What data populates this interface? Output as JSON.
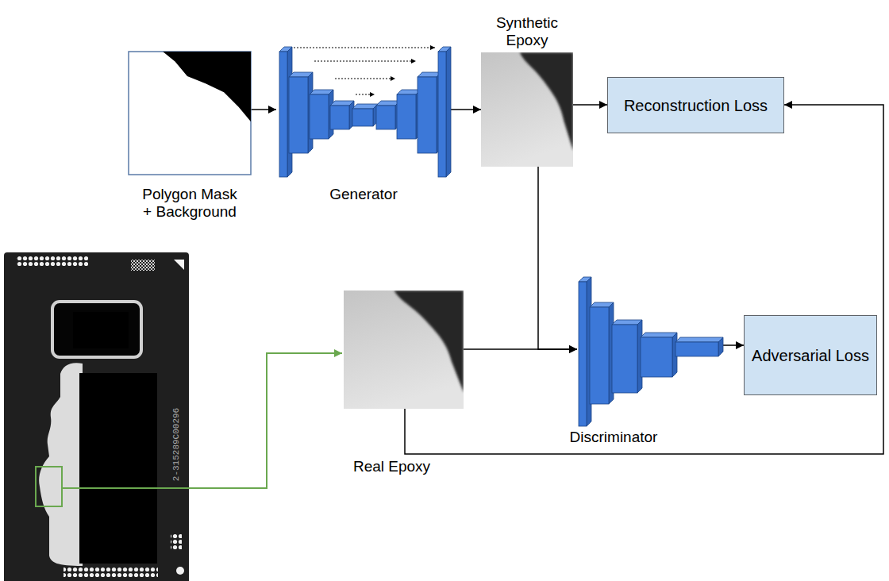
{
  "diagram": {
    "nodes": [
      {
        "text": [
          "Polygon Mask + Background"
        ]
      },
      {
        "text": [
          "Generator"
        ]
      },
      {
        "text": [
          "Synthetic Epoxy"
        ]
      },
      {
        "text": [
          "Reconstruction Loss"
        ]
      },
      {
        "text": [
          "Real Epoxy"
        ]
      },
      {
        "text": [
          "Discriminator"
        ]
      },
      {
        "text": [
          "Adversarial Loss"
        ]
      }
    ],
    "edges": [
      {
        "from": 0,
        "to": 1,
        "arrow": "to"
      },
      {
        "from": 1,
        "to": 2,
        "arrow": "to"
      },
      {
        "from": 2,
        "to": 3,
        "arrow": "to"
      },
      {
        "from": 2,
        "to": 5,
        "arrow": "to"
      },
      {
        "from": 4,
        "to": 5,
        "arrow": "to"
      },
      {
        "from": 4,
        "to": 3,
        "arrow": "to"
      },
      {
        "from": 5,
        "to": 6,
        "arrow": "to"
      }
    ],
    "labels": [
      "2-315289C00296"
    ]
  }
}
